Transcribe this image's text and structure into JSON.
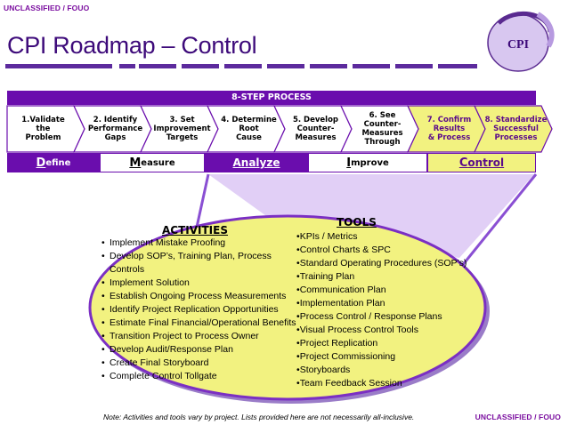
{
  "classification": {
    "top": "UNCLASSIFIED / FOUO",
    "bottom": "UNCLASSIFIED / FOUO"
  },
  "title": "CPI Roadmap – Control",
  "logo": {
    "icon": "cpi-emblem-icon",
    "letters": "CPI"
  },
  "process": {
    "header": "8-STEP PROCESS",
    "steps": [
      {
        "label": "1.Validate\nthe\nProblem",
        "color": "#ffffff",
        "text_color": "#000000"
      },
      {
        "label": "2. Identify\nPerformance\nGaps",
        "color": "#ffffff",
        "text_color": "#000000"
      },
      {
        "label": "3.  Set\nImprovement\nTargets",
        "color": "#ffffff",
        "text_color": "#000000"
      },
      {
        "label": "4. Determine\nRoot\nCause",
        "color": "#ffffff",
        "text_color": "#000000"
      },
      {
        "label": "5. Develop\nCounter-\nMeasures",
        "color": "#ffffff",
        "text_color": "#000000"
      },
      {
        "label": "6. See\nCounter-\nMeasures\nThrough",
        "color": "#ffffff",
        "text_color": "#000000"
      },
      {
        "label": "7. Confirm\nResults\n& Process",
        "color": "#f2f280",
        "text_color": "#5a0a8a"
      },
      {
        "label": "8. Standardize\nSuccessful\nProcesses",
        "color": "#f2f280",
        "text_color": "#5a0a8a"
      }
    ],
    "phases": [
      {
        "cap": "D",
        "rest": "efine",
        "bg": "#6a0dad",
        "fg": "#ffffff"
      },
      {
        "cap": "M",
        "rest": "easure",
        "bg": "#ffffff",
        "fg": "#000000"
      },
      {
        "cap": "",
        "rest": "Analyze",
        "bg": "#6a0dad",
        "fg": "#ffffff"
      },
      {
        "cap": "I",
        "rest": "mprove",
        "bg": "#ffffff",
        "fg": "#000000"
      },
      {
        "cap": "C",
        "rest": "ontrol",
        "bg": "#f2f280",
        "fg": "#5a0a8a"
      }
    ]
  },
  "activities": {
    "title": "ACTIVITIES",
    "items": [
      "Implement Mistake Proofing",
      "Develop SOP’s, Training Plan, Process Controls",
      "Implement Solution",
      "Establish Ongoing Process Measurements",
      "Identify Project Replication Opportunities",
      "Estimate Final Financial/Operational Benefits",
      "Transition Project to Process Owner",
      "Develop Audit/Response Plan",
      "Create Final Storyboard",
      "Complete Control Tollgate"
    ]
  },
  "tools": {
    "title": "TOOLS",
    "items": [
      "KPIs / Metrics",
      "Control Charts & SPC",
      "Standard Operating Procedures (SOP’s)",
      "Training Plan",
      "Communication Plan",
      "Implementation Plan",
      "Process Control / Response Plans",
      "Visual Process Control Tools",
      "Project Replication",
      "Project Commissioning",
      "Storyboards",
      "Team Feedback Session"
    ]
  },
  "note": "Note:  Activities and tools vary by project.  Lists provided here are not necessarily all-inclusive.",
  "colors": {
    "purple": "#6a0dad",
    "dark_purple": "#3d0a7a",
    "yellow": "#f2f280",
    "lavender": "#c9a8ef"
  }
}
